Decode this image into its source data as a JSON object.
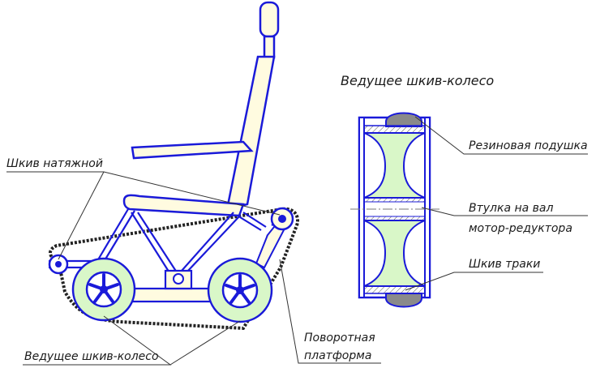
{
  "labels": {
    "section_title": "Ведущее шкив-колесо",
    "rubber_pad": "Резиновая подушка",
    "bushing_line1": "Втулка на вал",
    "bushing_line2": "мотор-редуктора",
    "track_pulley": "Шкив траки",
    "tension_pulley": "Шкив натяжной",
    "drive_wheel": "Ведущее шкив-колесо",
    "platform_line1": "Поворотная",
    "platform_line2": "платформа"
  },
  "colors": {
    "outline": "#1a1ad9",
    "seat_fill": "#fffbe0",
    "wheel_fill": "#d9f7c8",
    "pad_fill": "#8a8a8a",
    "track": "#222222",
    "leader": "#333333"
  }
}
